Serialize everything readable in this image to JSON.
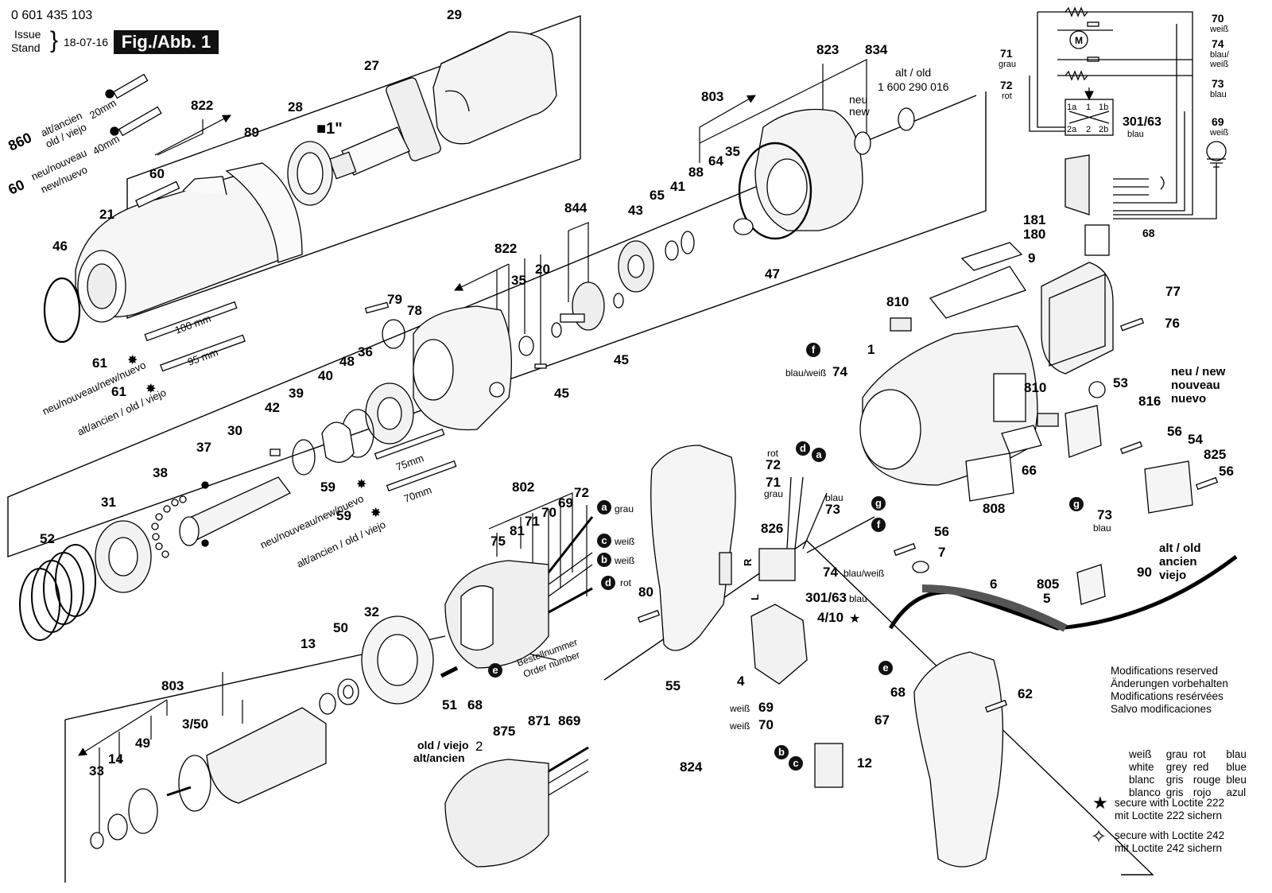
{
  "header": {
    "part_number": "0 601 435 103",
    "issue_label": "Issue",
    "stand_label": "Stand",
    "date": "18-07-16",
    "figure_label": "Fig./Abb. 1"
  },
  "callouts": [
    {
      "id": "c29",
      "text": "29"
    },
    {
      "id": "c27",
      "text": "27"
    },
    {
      "id": "c28",
      "text": "28"
    },
    {
      "id": "c1in",
      "text": "■1\""
    },
    {
      "id": "c822a",
      "text": "822"
    },
    {
      "id": "c89",
      "text": "89"
    },
    {
      "id": "c860",
      "text": "860"
    },
    {
      "id": "c860t",
      "text": "alt/ancien"
    },
    {
      "id": "c860t2",
      "text": "old / viejo"
    },
    {
      "id": "c20mm",
      "text": "20mm"
    },
    {
      "id": "c60a",
      "text": "60"
    },
    {
      "id": "c60t",
      "text": "neu/nouveau"
    },
    {
      "id": "c60t2",
      "text": "new/nuevo"
    },
    {
      "id": "c40mm",
      "text": "40mm"
    },
    {
      "id": "c60b",
      "text": "60"
    },
    {
      "id": "c21",
      "text": "21"
    },
    {
      "id": "c46",
      "text": "46"
    },
    {
      "id": "c100mm",
      "text": "100 mm"
    },
    {
      "id": "c95mm",
      "text": "95 mm"
    },
    {
      "id": "c61a",
      "text": "61"
    },
    {
      "id": "c61at",
      "text": "neu/nouveau/new/nuevo"
    },
    {
      "id": "c61b",
      "text": "61"
    },
    {
      "id": "c61bt",
      "text": "alt/ancien / old / viejo"
    },
    {
      "id": "c823",
      "text": "823"
    },
    {
      "id": "c834",
      "text": "834"
    },
    {
      "id": "c803a",
      "text": "803"
    },
    {
      "id": "cneu",
      "text": "neu"
    },
    {
      "id": "cnew",
      "text": "new"
    },
    {
      "id": "caltold",
      "text": "alt / old"
    },
    {
      "id": "c1600",
      "text": "1 600 290 016"
    },
    {
      "id": "c88",
      "text": "88"
    },
    {
      "id": "c64",
      "text": "64"
    },
    {
      "id": "c35a",
      "text": "35"
    },
    {
      "id": "c844",
      "text": "844"
    },
    {
      "id": "c43",
      "text": "43"
    },
    {
      "id": "c65",
      "text": "65"
    },
    {
      "id": "c41",
      "text": "41"
    },
    {
      "id": "c47",
      "text": "47"
    },
    {
      "id": "c822b",
      "text": "822"
    },
    {
      "id": "c20",
      "text": "20"
    },
    {
      "id": "c35b",
      "text": "35"
    },
    {
      "id": "c79",
      "text": "79"
    },
    {
      "id": "c78",
      "text": "78"
    },
    {
      "id": "c45a",
      "text": "45"
    },
    {
      "id": "c45b",
      "text": "45"
    },
    {
      "id": "c36",
      "text": "36"
    },
    {
      "id": "c48",
      "text": "48"
    },
    {
      "id": "c40",
      "text": "40"
    },
    {
      "id": "c39",
      "text": "39"
    },
    {
      "id": "c42",
      "text": "42"
    },
    {
      "id": "c30",
      "text": "30"
    },
    {
      "id": "c37",
      "text": "37"
    },
    {
      "id": "c38",
      "text": "38"
    },
    {
      "id": "c31",
      "text": "31"
    },
    {
      "id": "c52",
      "text": "52"
    },
    {
      "id": "c75mm",
      "text": "75mm"
    },
    {
      "id": "c70mm",
      "text": "70mm"
    },
    {
      "id": "c59a",
      "text": "59"
    },
    {
      "id": "c59at",
      "text": "neu/nouveau/new/nuevo"
    },
    {
      "id": "c59b",
      "text": "59"
    },
    {
      "id": "c59bt",
      "text": "alt/ancien / old / viejo"
    },
    {
      "id": "c802",
      "text": "802"
    },
    {
      "id": "c75",
      "text": "75"
    },
    {
      "id": "c81",
      "text": "81"
    },
    {
      "id": "c71a",
      "text": "71"
    },
    {
      "id": "c70a",
      "text": "70"
    },
    {
      "id": "c69a",
      "text": "69"
    },
    {
      "id": "c72a",
      "text": "72"
    },
    {
      "id": "cgrau",
      "text": "grau"
    },
    {
      "id": "cweiss1",
      "text": "weiß"
    },
    {
      "id": "cweiss2",
      "text": "weiß"
    },
    {
      "id": "crot",
      "text": "rot"
    },
    {
      "id": "cbest",
      "text": "Bestellnummer"
    },
    {
      "id": "corder",
      "text": "Order number"
    },
    {
      "id": "c32",
      "text": "32"
    },
    {
      "id": "c50",
      "text": "50"
    },
    {
      "id": "c13",
      "text": "13"
    },
    {
      "id": "c51",
      "text": "51"
    },
    {
      "id": "c68a",
      "text": "68"
    },
    {
      "id": "c803b",
      "text": "803"
    },
    {
      "id": "c350",
      "text": "3/50"
    },
    {
      "id": "c49",
      "text": "49"
    },
    {
      "id": "c14",
      "text": "14"
    },
    {
      "id": "c33",
      "text": "33"
    },
    {
      "id": "coldv",
      "text": "old / viejo"
    },
    {
      "id": "calta",
      "text": "alt/ancien"
    },
    {
      "id": "c2",
      "text": "2"
    },
    {
      "id": "c875",
      "text": "875"
    },
    {
      "id": "c871",
      "text": "871"
    },
    {
      "id": "c869",
      "text": "869"
    },
    {
      "id": "c181",
      "text": "181"
    },
    {
      "id": "c180",
      "text": "180"
    },
    {
      "id": "c9",
      "text": "9"
    },
    {
      "id": "c77",
      "text": "77"
    },
    {
      "id": "c76",
      "text": "76"
    },
    {
      "id": "c810a",
      "text": "810"
    },
    {
      "id": "c1",
      "text": "1"
    },
    {
      "id": "cbw74",
      "text": "blau/weiß"
    },
    {
      "id": "c74a",
      "text": "74"
    },
    {
      "id": "cneunew",
      "text": "neu / new"
    },
    {
      "id": "cnouv",
      "text": "nouveau"
    },
    {
      "id": "cnuevo",
      "text": "nuevo"
    },
    {
      "id": "c53",
      "text": "53"
    },
    {
      "id": "c816",
      "text": "816"
    },
    {
      "id": "c810b",
      "text": "810"
    },
    {
      "id": "c56a",
      "text": "56"
    },
    {
      "id": "c54",
      "text": "54"
    },
    {
      "id": "c825",
      "text": "825"
    },
    {
      "id": "c56b",
      "text": "56"
    },
    {
      "id": "c66",
      "text": "66"
    },
    {
      "id": "c808",
      "text": "808"
    },
    {
      "id": "c73a",
      "text": "73"
    },
    {
      "id": "cblau73",
      "text": "blau"
    },
    {
      "id": "crot72",
      "text": "rot"
    },
    {
      "id": "c72b",
      "text": "72"
    },
    {
      "id": "c71b",
      "text": "71"
    },
    {
      "id": "cgrau71",
      "text": "grau"
    },
    {
      "id": "cblau2",
      "text": "blau"
    },
    {
      "id": "c73b",
      "text": "73"
    },
    {
      "id": "c826",
      "text": "826"
    },
    {
      "id": "c74b",
      "text": "74"
    },
    {
      "id": "cbw74b",
      "text": "blau/weiß"
    },
    {
      "id": "c30163",
      "text": "301/63"
    },
    {
      "id": "cblau3",
      "text": "blau"
    },
    {
      "id": "c410",
      "text": "4/10"
    },
    {
      "id": "c80",
      "text": "80"
    },
    {
      "id": "c55",
      "text": "55"
    },
    {
      "id": "c4",
      "text": "4"
    },
    {
      "id": "c69b",
      "text": "69"
    },
    {
      "id": "cw69",
      "text": "weiß"
    },
    {
      "id": "c70b",
      "text": "70"
    },
    {
      "id": "cw70",
      "text": "weiß"
    },
    {
      "id": "c68b",
      "text": "68"
    },
    {
      "id": "c67",
      "text": "67"
    },
    {
      "id": "c12",
      "text": "12"
    },
    {
      "id": "c824",
      "text": "824"
    },
    {
      "id": "c56c",
      "text": "56"
    },
    {
      "id": "c7",
      "text": "7"
    },
    {
      "id": "caltold2",
      "text": "alt / old"
    },
    {
      "id": "cancien",
      "text": "ancien"
    },
    {
      "id": "cviejo",
      "text": "viejo"
    },
    {
      "id": "c90",
      "text": "90"
    },
    {
      "id": "c6",
      "text": "6"
    },
    {
      "id": "c805",
      "text": "805"
    },
    {
      "id": "c5",
      "text": "5"
    },
    {
      "id": "c62",
      "text": "62"
    },
    {
      "id": "cR",
      "text": "R"
    },
    {
      "id": "cL",
      "text": "L"
    }
  ],
  "connectors": {
    "a": "a",
    "b": "b",
    "c": "c",
    "d": "d",
    "e": "e",
    "f": "f",
    "g": "g"
  },
  "schematic": {
    "labels": {
      "w70": "70",
      "w70c": "weiß",
      "w74": "74",
      "w74c": "blau/",
      "w74c2": "weiß",
      "w71": "71",
      "w71c": "grau",
      "w72": "72",
      "w72c": "rot",
      "w73": "73",
      "w73c": "blau",
      "w69": "69",
      "w69c": "weiß",
      "sw": "301/63",
      "swc": "blau",
      "w68": "68",
      "t1a": "1a",
      "t1": "1",
      "t1b": "1b",
      "t2a": "2a",
      "t2": "2",
      "t2b": "2b",
      "motor": "M"
    }
  },
  "notes": {
    "modifications": [
      "Modifications reserved",
      "Änderungen vorbehalten",
      "Modifications resérvées",
      "Salvo modificaciones"
    ],
    "colors": [
      [
        "weiß",
        "grau",
        "rot",
        "blau"
      ],
      [
        "white",
        "grey",
        "red",
        "blue"
      ],
      [
        "blanc",
        "gris",
        "rouge",
        "bleu"
      ],
      [
        "blanco",
        "gris",
        "rojo",
        "azul"
      ]
    ],
    "loctite222": [
      "secure with Loctite 222",
      "mit Loctite 222 sichern"
    ],
    "loctite242": [
      "secure with Loctite 242",
      "mit Loctite 242 sichern"
    ]
  }
}
